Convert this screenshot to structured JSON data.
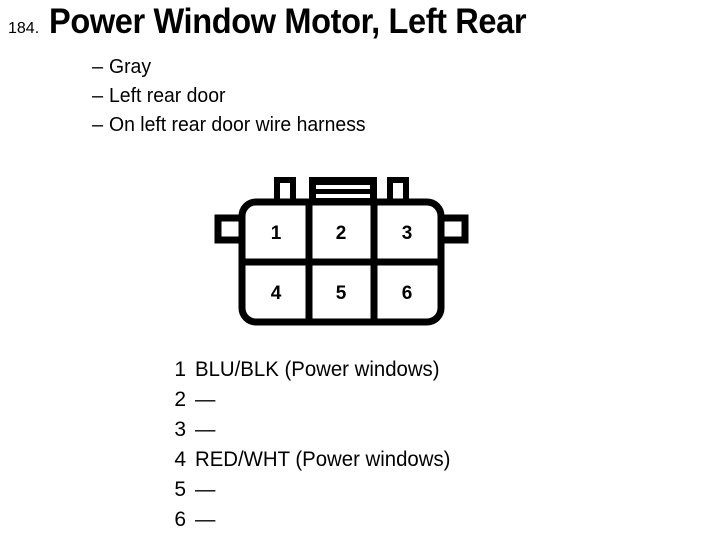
{
  "header": {
    "number": "184.",
    "title": "Power Window Motor, Left Rear"
  },
  "attributes": {
    "dash": "–",
    "items": [
      "Gray",
      "Left rear door",
      "On left rear door wire harness"
    ]
  },
  "connector": {
    "shape_name": "6-way-rectangular-connector",
    "rows": [
      {
        "cells": [
          "1",
          "2",
          "3"
        ]
      },
      {
        "cells": [
          "4",
          "5",
          "6"
        ]
      }
    ],
    "tabs": [
      "left-locking-tab",
      "center-latch-tab",
      "right-locking-tab"
    ],
    "ears": [
      "left-side-ear",
      "right-side-ear"
    ],
    "stroke_color": "#000000",
    "fill_color": "#ffffff"
  },
  "pin_legend": [
    {
      "pin": "1",
      "desc": "BLU/BLK (Power windows)"
    },
    {
      "pin": "2",
      "desc": "—"
    },
    {
      "pin": "3",
      "desc": "—"
    },
    {
      "pin": "4",
      "desc": "RED/WHT (Power windows)"
    },
    {
      "pin": "5",
      "desc": "—"
    },
    {
      "pin": "6",
      "desc": "—"
    }
  ]
}
